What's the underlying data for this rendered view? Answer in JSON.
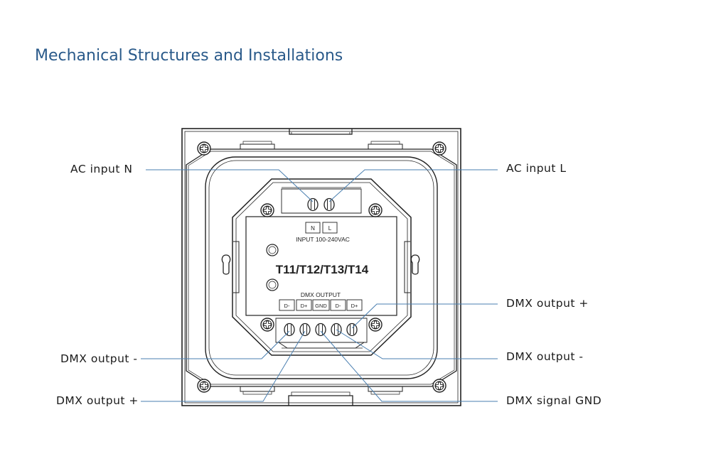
{
  "title": "Mechanical Structures and Installations",
  "labels": {
    "ac_input_n": "AC input N",
    "ac_input_l": "AC input  L",
    "dmx_output_plus_right": "DMX output +",
    "dmx_output_minus_right": "DMX output -",
    "dmx_signal_gnd": "DMX signal GND",
    "dmx_output_minus_left": "DMX output -",
    "dmx_output_plus_left": "DMX output +"
  },
  "device": {
    "model": "T11/T12/T13/T14",
    "input_label": "INPUT  100-240VAC",
    "input_terminals": [
      "N",
      "L"
    ],
    "output_label": "DMX OUTPUT",
    "output_terminals": [
      "D-",
      "D+",
      "GND",
      "D-",
      "D+"
    ]
  },
  "colors": {
    "title": "#2a5a8a",
    "leader_line": "#4a7fb0",
    "drawing": "#222222"
  }
}
